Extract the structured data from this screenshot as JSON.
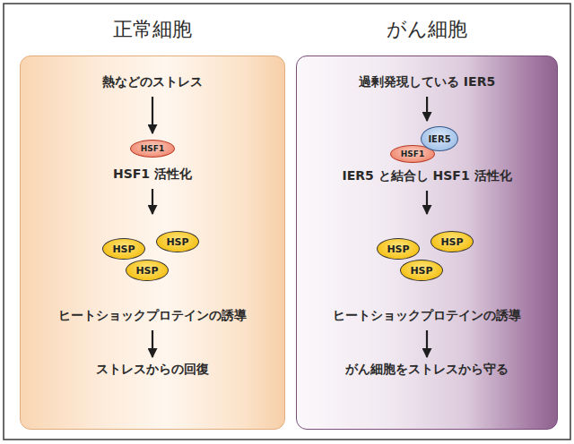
{
  "diagram": {
    "nodes": [
      {
        "text": [
          "正常細胞"
        ]
      },
      {
        "text": [
          "熱などのストレス"
        ],
        "in": 0
      },
      {
        "text": [
          "HSF1 活性化"
        ],
        "in": 0
      },
      {
        "text": [
          "HSF1"
        ],
        "in": 2
      },
      {
        "text": [
          "ヒートショックプロテインの誘導"
        ],
        "in": 0
      },
      {
        "text": [
          "HSP"
        ],
        "in": 4
      },
      {
        "text": [
          "HSP"
        ],
        "in": 4
      },
      {
        "text": [
          "HSP"
        ],
        "in": 4
      },
      {
        "text": [
          "ストレスからの回復"
        ],
        "in": 0
      },
      {
        "text": [
          "がん細胞"
        ]
      },
      {
        "text": [
          "過剰発現している IER5"
        ],
        "in": 9
      },
      {
        "text": [
          "IER5 と結合し HSF1 活性化"
        ],
        "in": 9
      },
      {
        "text": [
          "HSF1"
        ],
        "in": 11
      },
      {
        "text": [
          "IER5"
        ],
        "in": 11
      },
      {
        "text": [
          "ヒートショックプロテインの誘導"
        ],
        "in": 9
      },
      {
        "text": [
          "HSP"
        ],
        "in": 14
      },
      {
        "text": [
          "HSP"
        ],
        "in": 14
      },
      {
        "text": [
          "HSP"
        ],
        "in": 14
      },
      {
        "text": [
          "がん細胞をストレスから守る"
        ],
        "in": 9
      }
    ],
    "edges": [
      {
        "from": 1,
        "to": 2,
        "arrow": "to"
      },
      {
        "from": 2,
        "to": 4,
        "arrow": "to"
      },
      {
        "from": 4,
        "to": 8,
        "arrow": "to"
      },
      {
        "from": 10,
        "to": 11,
        "arrow": "to"
      },
      {
        "from": 11,
        "to": 14,
        "arrow": "to"
      },
      {
        "from": 14,
        "to": 18,
        "arrow": "to"
      }
    ]
  }
}
